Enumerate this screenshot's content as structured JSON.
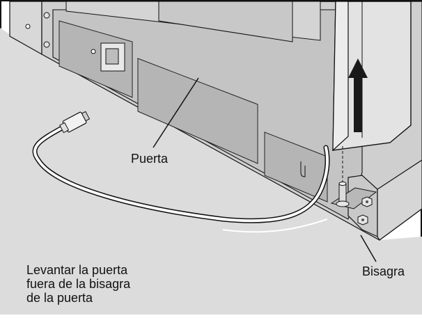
{
  "labels": {
    "door": "Puerta",
    "hinge": "Bisagra",
    "instruction_lines": [
      "Levantar la puerta",
      "fuera de la bisagra",
      "de la puerta"
    ]
  },
  "colors": {
    "floor": "#dcdcdc",
    "cabinet": "#cfcfcf",
    "panel": "#bdbdbd",
    "door": "#e3e3e3",
    "outline": "#111111",
    "arrow": "#1a1a1a"
  },
  "icons": {
    "arrow": "up-arrow-icon",
    "cable": "power-cord",
    "hinge": "hinge-bracket",
    "screws": "screw-icon"
  }
}
